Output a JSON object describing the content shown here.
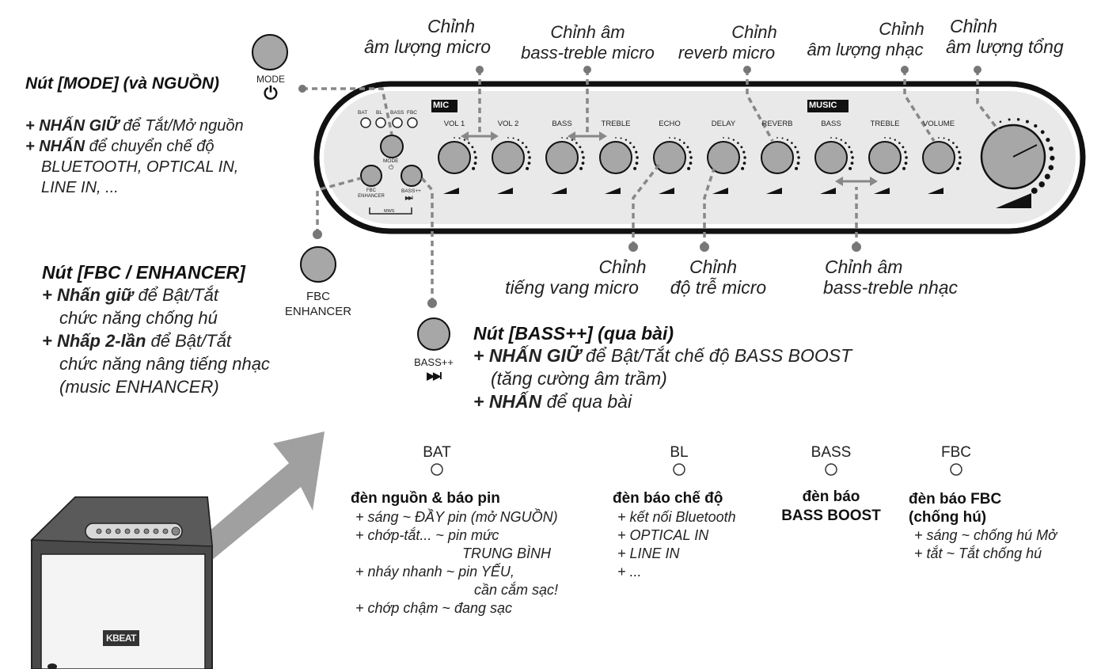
{
  "callouts_top": {
    "mic_volume": [
      "Chỉnh",
      "âm lượng micro"
    ],
    "mic_bass_treble": [
      "Chỉnh âm",
      "bass-treble micro"
    ],
    "reverb": [
      "Chỉnh",
      "reverb micro"
    ],
    "music_volume": [
      "Chỉnh",
      "âm lượng nhạc"
    ],
    "master_volume": [
      "Chỉnh",
      "âm lượng tổng"
    ]
  },
  "callouts_bottom": {
    "echo": [
      "Chỉnh",
      "tiếng vang micro"
    ],
    "delay": [
      "Chỉnh",
      "độ trễ micro"
    ],
    "music_bass_treble": [
      "Chỉnh âm",
      "bass-treble nhạc"
    ]
  },
  "mode_section": {
    "button_label": "MODE",
    "title": "Nút [MODE] (và NGUỒN)",
    "lines": [
      {
        "bold": "+ NHẤN GIỮ",
        "rest": " để Tắt/Mở nguồn"
      },
      {
        "bold": "+ NHẤN",
        "rest": " để chuyển chế độ"
      },
      {
        "bold": "",
        "rest": "BLUETOOTH, OPTICAL IN,"
      },
      {
        "bold": "",
        "rest": "LINE IN, ..."
      }
    ]
  },
  "fbc_section": {
    "button_label": [
      "FBC",
      "ENHANCER"
    ],
    "title": "Nút [FBC / ENHANCER]",
    "lines": [
      {
        "bold": "+ Nhấn giữ",
        "rest": " để Bật/Tắt"
      },
      {
        "bold": "",
        "rest": "chức năng chống hú"
      },
      {
        "bold": "+ Nhấp 2-lần",
        "rest": " để Bật/Tắt"
      },
      {
        "bold": "",
        "rest": "chức năng nâng tiếng nhạc"
      },
      {
        "bold": "",
        "rest": "(music ENHANCER)"
      }
    ]
  },
  "bass_section": {
    "button_label": "BASS++",
    "button_symbol": "▶▶I",
    "title": "Nút [BASS++] (qua bài)",
    "lines": [
      {
        "bold": "+ NHẤN GIỮ",
        "rest": " để Bật/Tắt chế độ BASS BOOST"
      },
      {
        "bold": "",
        "rest": "(tăng cường âm trầm)"
      },
      {
        "bold": "+ NHẤN",
        "rest": " để qua bài"
      }
    ]
  },
  "panel": {
    "mic_badge": "MIC",
    "music_badge": "MUSIC",
    "knob_labels": [
      "VOL 1",
      "VOL 2",
      "BASS",
      "TREBLE",
      "ECHO",
      "DELAY",
      "REVERB",
      "BASS",
      "TREBLE",
      "VOLUME"
    ],
    "led_labels": [
      "BAT",
      "BL",
      "BASS",
      "FBC"
    ],
    "mode_label": "MODE",
    "power_symbol": "⏻",
    "fbc_label": [
      "FBC",
      "ENHANCER"
    ],
    "bass_label": "BASS++",
    "bass_symbol": "▶▶I",
    "mws_label": "MWS"
  },
  "leds": [
    {
      "label": "BAT",
      "title": [
        "đèn nguồn & báo pin"
      ],
      "lines": [
        "+ sáng ~ ĐẦY pin (mở NGUỒN)",
        "+ chớp-tắt... ~ pin mức",
        "TRUNG BÌNH",
        "+ nháy nhanh ~ pin YẾU,",
        "cần cắm sạc!",
        "+ chớp chậm ~ đang sạc"
      ]
    },
    {
      "label": "BL",
      "title": [
        "đèn báo chế độ"
      ],
      "lines": [
        "+ kết nối Bluetooth",
        "+ OPTICAL IN",
        "+ LINE IN",
        "+ ..."
      ]
    },
    {
      "label": "BASS",
      "title": [
        "đèn báo",
        "BASS BOOST"
      ],
      "lines": []
    },
    {
      "label": "FBC",
      "title": [
        "đèn báo FBC",
        "(chống hú)"
      ],
      "lines": [
        "+ sáng ~ chống hú Mở",
        "+ tắt ~ Tắt chống hú"
      ]
    }
  ],
  "speaker_brand": "KBEAT",
  "colors": {
    "button_gray": "#a7a7a7",
    "panel_fill": "#e9e9e9",
    "arrow_gray": "#a0a0a0",
    "speaker_body": "#4a4a4a"
  }
}
